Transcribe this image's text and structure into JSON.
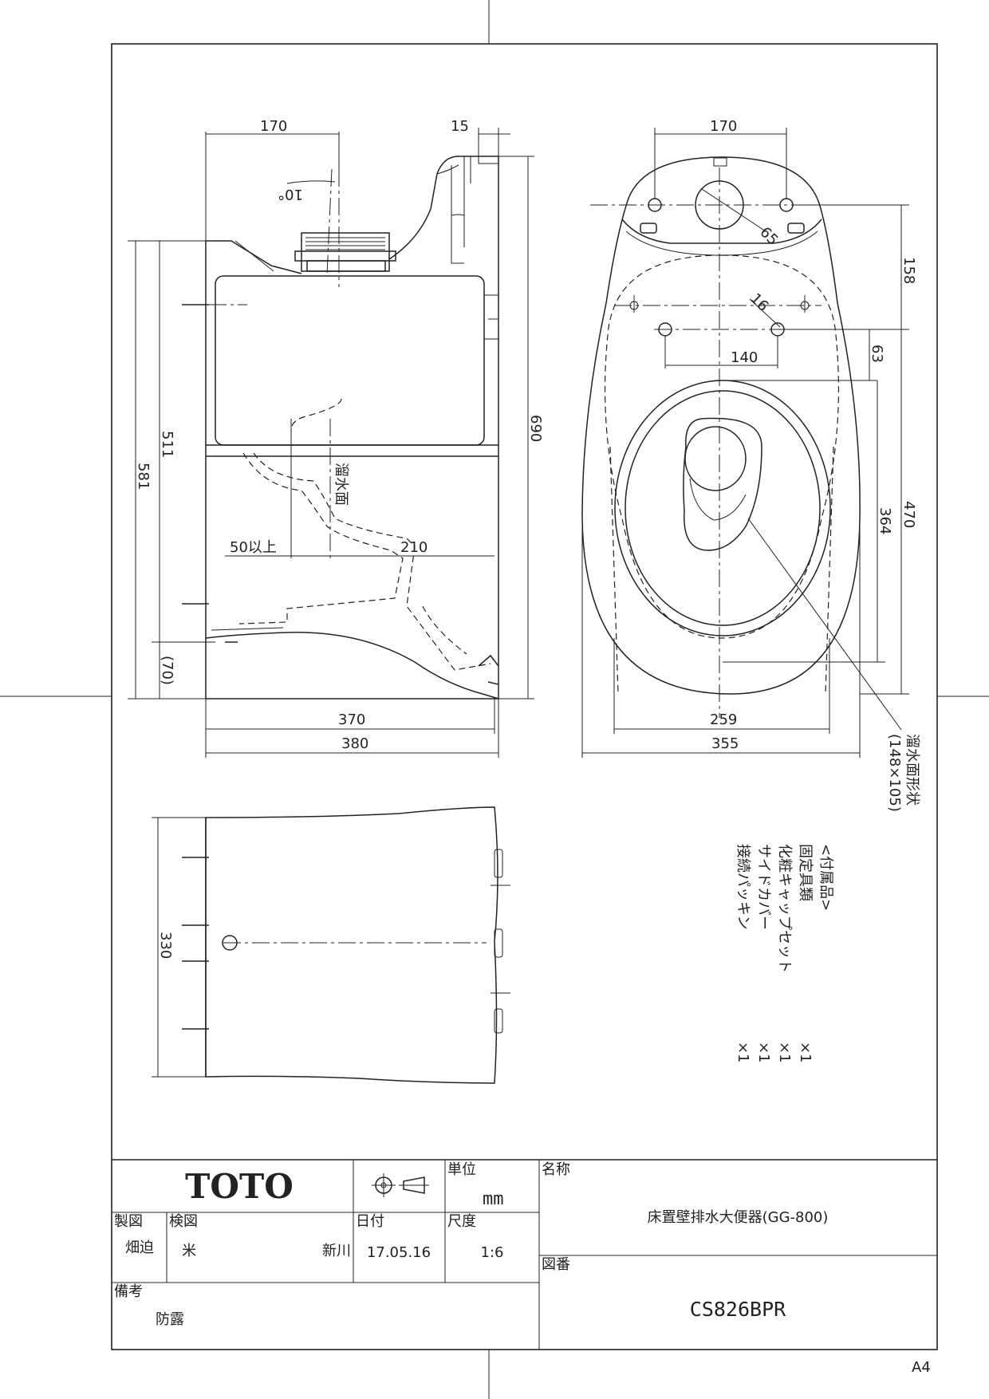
{
  "dimensions": {
    "side_top_170": "170",
    "side_top_15": "15",
    "side_angle": "10°",
    "side_690": "690",
    "side_511": "511",
    "side_581": "581",
    "side_70": "(70)",
    "side_50": "50以上",
    "side_210": "210",
    "side_370": "370",
    "side_380": "380",
    "water_surface": "溜水面",
    "top_170": "170",
    "top_65": "65",
    "top_158": "158",
    "top_16": "16",
    "top_140": "140",
    "top_63": "63",
    "top_364": "364",
    "top_470": "470",
    "top_259": "259",
    "top_355": "355",
    "water_shape_label": "溜水面形状",
    "water_shape_size": "(148×105)",
    "back_330": "330"
  },
  "accessories": {
    "header": "<付属品>",
    "items": [
      {
        "name": "固定具類",
        "qty": "×1"
      },
      {
        "name": "化粧キャップセット",
        "qty": "×1"
      },
      {
        "name": "サイドカバー",
        "qty": "×1"
      },
      {
        "name": "接続パッキン",
        "qty": "×1"
      }
    ]
  },
  "title_block": {
    "brand": "TOTO",
    "unit_label": "単位",
    "unit_value": "mm",
    "name_label": "名称",
    "name_value": "床置壁排水大便器(GG-800)",
    "drawn_label": "製図",
    "drawn_by": "畑迫",
    "checked_label": "検図",
    "checked_by_1": "米",
    "checked_by_2": "新川",
    "date_label": "日付",
    "date_value": "17.05.16",
    "scale_label": "尺度",
    "scale_value": "1:6",
    "drawing_no_label": "図番",
    "drawing_no_value": "CS826BPR",
    "remarks_label": "備考",
    "remarks_value": "防露"
  },
  "paper_size": "A4"
}
